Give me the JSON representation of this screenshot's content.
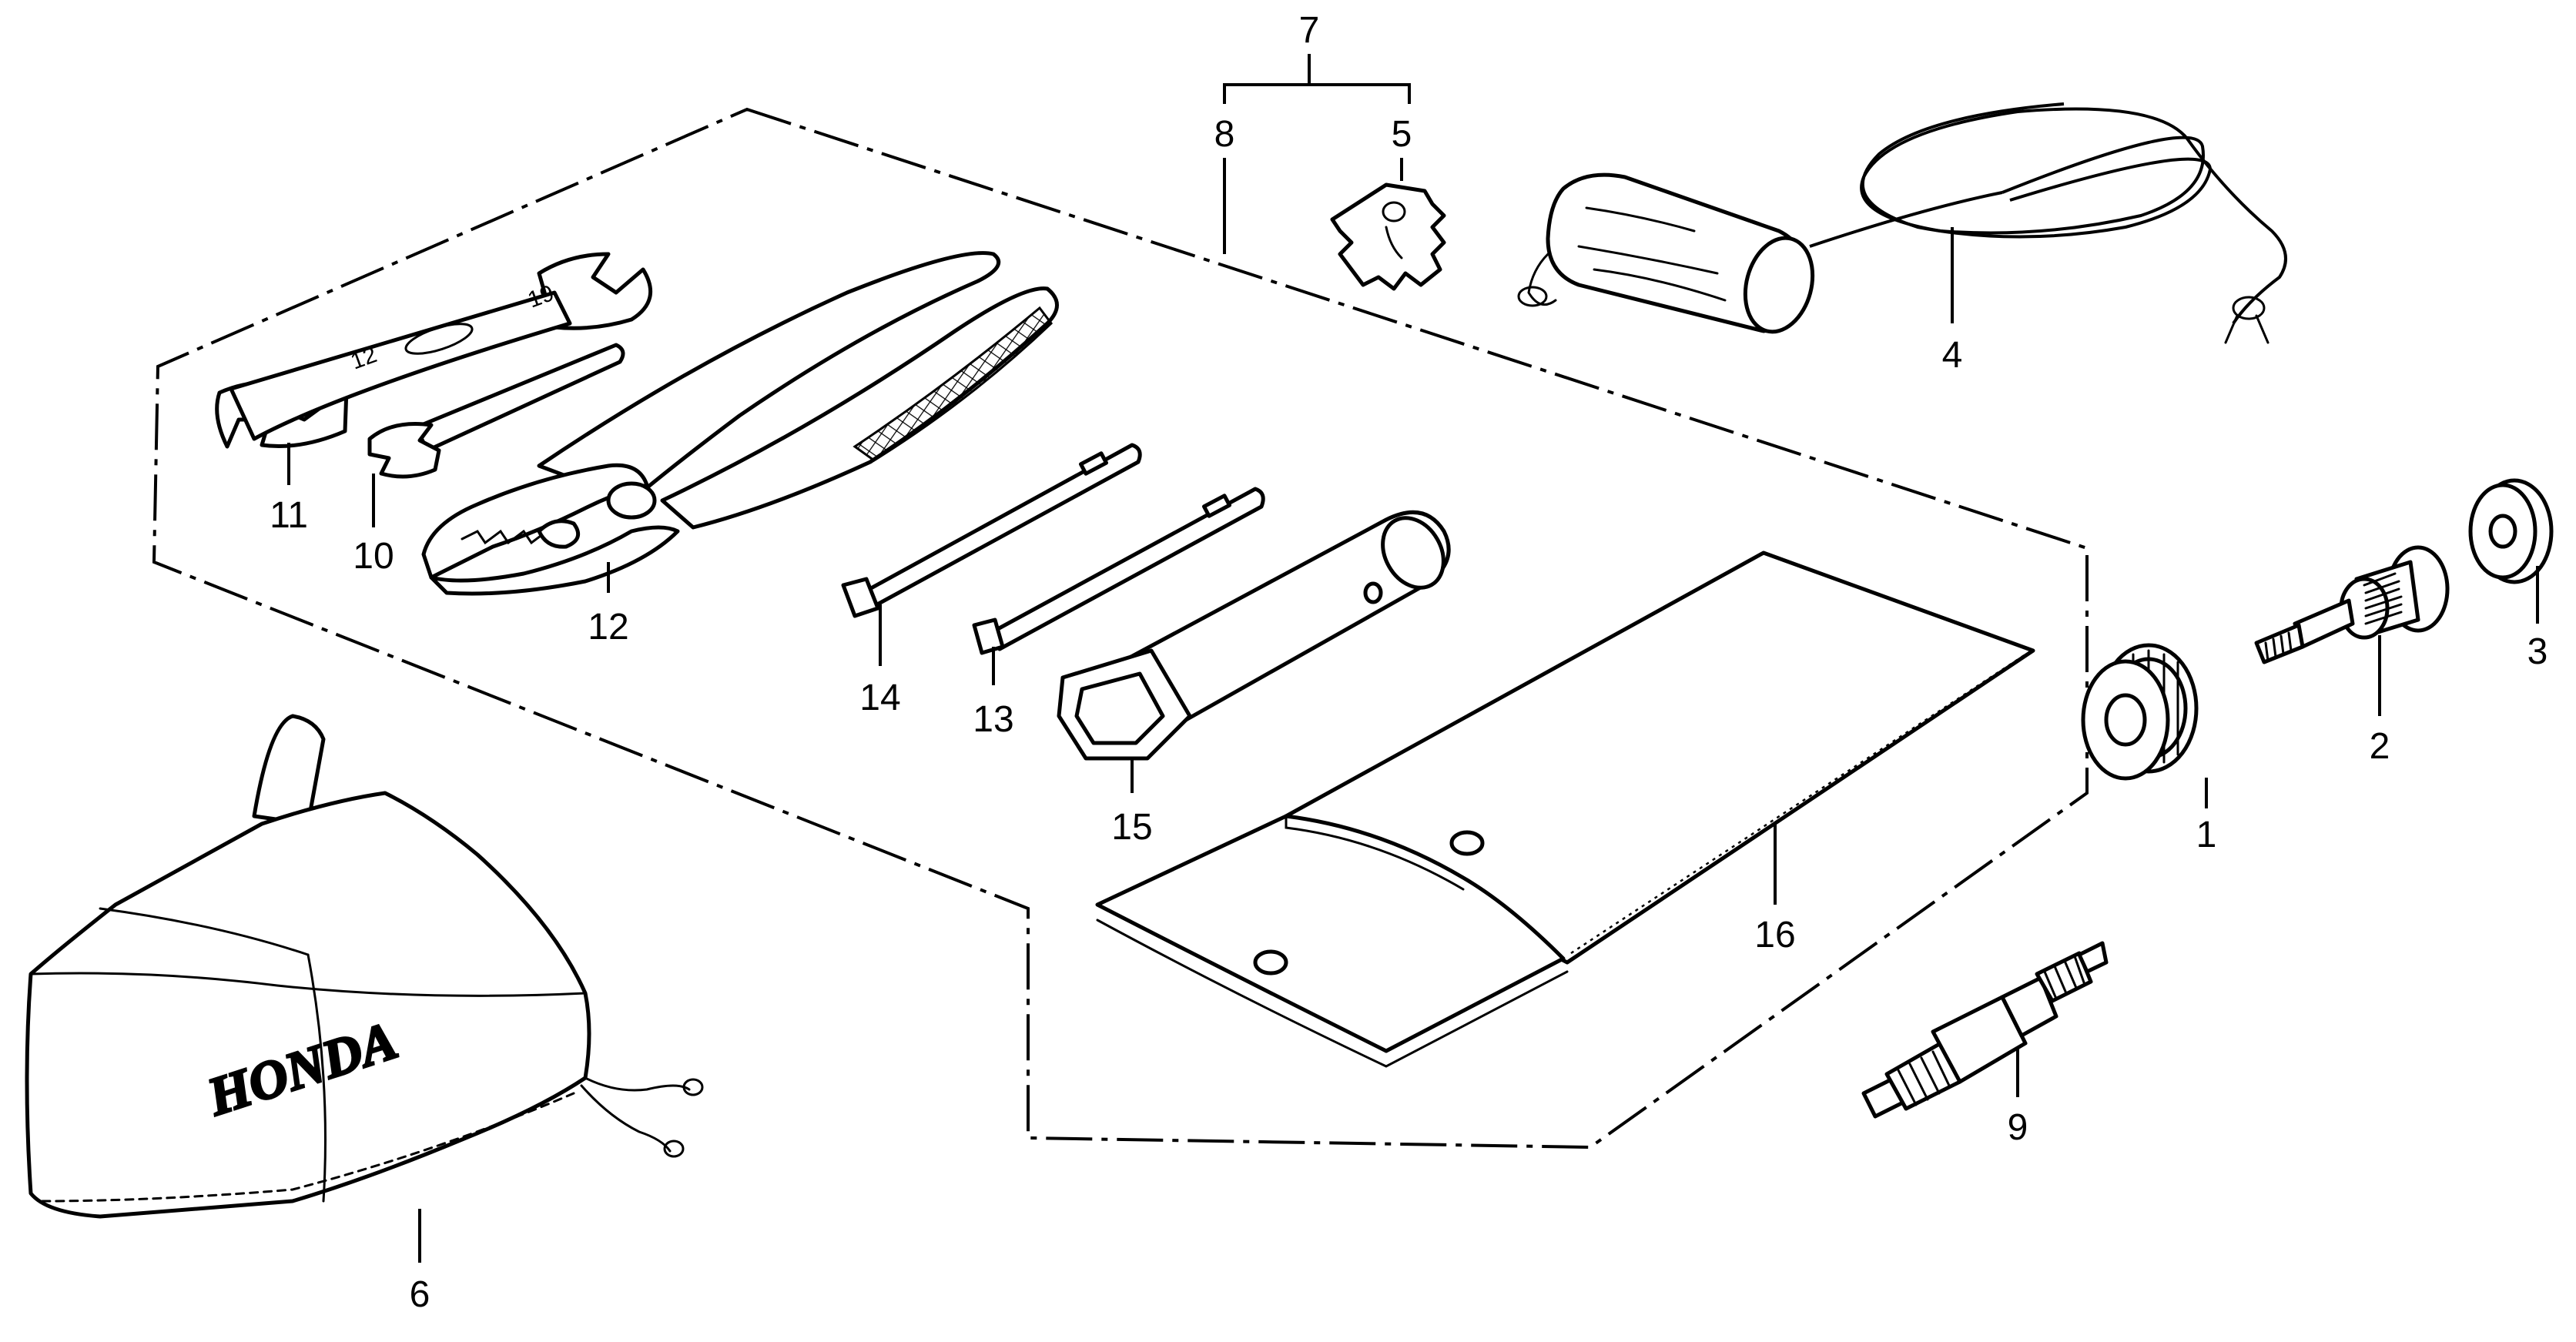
{
  "diagram": {
    "callouts": {
      "p1": "1",
      "p2": "2",
      "p3": "3",
      "p4": "4",
      "p5": "5",
      "p6": "6",
      "p7": "7",
      "p8": "8",
      "p9": "9",
      "p10": "10",
      "p11": "11",
      "p12": "12",
      "p13": "13",
      "p14": "14",
      "p15": "15",
      "p16": "16"
    },
    "cover_brand": "HONDA",
    "wrench_sizes": {
      "large": "19",
      "small": "12"
    }
  }
}
